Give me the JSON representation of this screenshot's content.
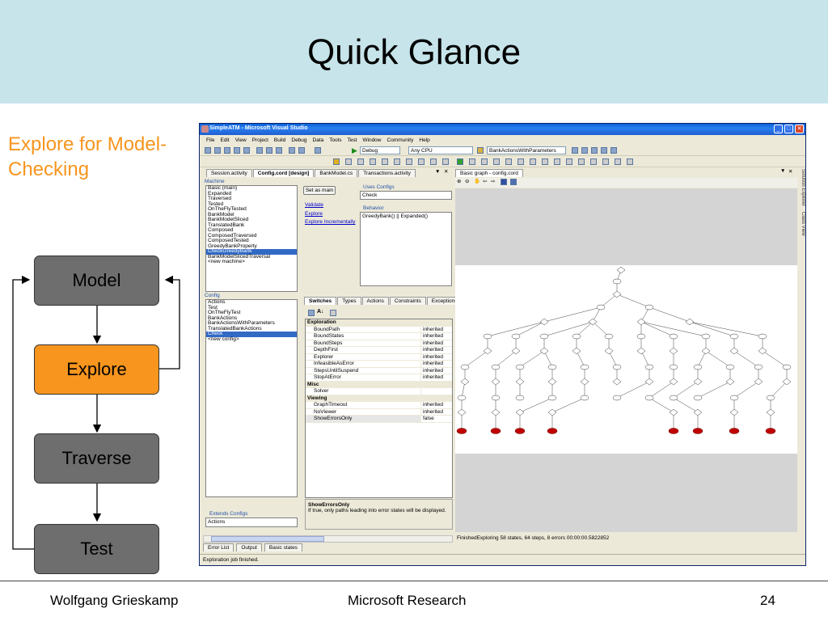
{
  "slide": {
    "title": "Quick Glance",
    "subtitle": "Explore for Model-Checking",
    "footer_left": "Wolfgang Grieskamp",
    "footer_center": "Microsoft Research",
    "footer_right": "24"
  },
  "flow": {
    "model": "Model",
    "explore": "Explore",
    "traverse": "Traverse",
    "test": "Test"
  },
  "colors": {
    "accent": "#f7951e",
    "band": "#c6e4ea",
    "box": "#6e6e6e"
  },
  "vs": {
    "title": "SimpleATM - Microsoft Visual Studio",
    "menu": [
      "File",
      "Edit",
      "View",
      "Project",
      "Build",
      "Debug",
      "Data",
      "Tools",
      "Test",
      "Window",
      "Community",
      "Help"
    ],
    "toolbar": {
      "config": "Debug",
      "platform": "Any CPU",
      "find": "BankActionsWithParameters"
    },
    "doc_tabs": [
      "Session.activity",
      "Config.cord [design]",
      "BankModel.cs",
      "Transactions.activity"
    ],
    "graph_tab": "Basic graph - config.cord",
    "machine_label": "Machine",
    "machines": [
      "Basic (main)",
      "Expanded",
      "Traversed",
      "Tested",
      "OnTheFlyTested",
      "BankModel",
      "BankModelSliced",
      "TranslatedBank",
      "Composed",
      "ComposedTraversed",
      "ComposedTested",
      "GreedyBankProperty",
      "CheckGreedyBank",
      "BankModelSlicedTraversal",
      "<new machine>"
    ],
    "set_main": "Set as main",
    "actions": [
      "Validate",
      "Explore",
      "Explore Incrementally"
    ],
    "uses_configs_label": "Uses Configs",
    "uses_configs_value": "Check",
    "behavior_label": "Behavior",
    "behavior_value": "GreedyBank() || Expanded()",
    "config_label": "Config",
    "configs": [
      "Actions",
      "Test",
      "OnTheFlyTest",
      "BankActions",
      "BankActionsWithParameters",
      "TranslatedBankActions",
      "Check",
      "<new config>"
    ],
    "prop_tabs": [
      "Switches",
      "Types",
      "Actions",
      "Constraints",
      "Exceptions"
    ],
    "properties": [
      {
        "k": "Exploration",
        "v": "",
        "cat": true
      },
      {
        "k": "BoundPath",
        "v": "inherited"
      },
      {
        "k": "BoundStates",
        "v": "inherited"
      },
      {
        "k": "BoundSteps",
        "v": "inherited"
      },
      {
        "k": "DepthFirst",
        "v": "inherited"
      },
      {
        "k": "Explorer",
        "v": "inherited"
      },
      {
        "k": "InfeasibleAsError",
        "v": "inherited"
      },
      {
        "k": "StepsUntilSuspend",
        "v": "inherited"
      },
      {
        "k": "StopAtError",
        "v": "inherited"
      },
      {
        "k": "Misc",
        "v": "",
        "cat": true
      },
      {
        "k": "Solver",
        "v": ""
      },
      {
        "k": "Viewing",
        "v": "",
        "cat": true
      },
      {
        "k": "GraphTimeout",
        "v": "inherited"
      },
      {
        "k": "NoViewer",
        "v": "inherited"
      },
      {
        "k": "ShowErrorsOnly",
        "v": "false",
        "cur": true
      }
    ],
    "desc_title": "ShowErrorsOnly",
    "desc_text": "If true, only paths leading into error states will be displayed.",
    "extends_label": "Extends Configs",
    "extends_value": "Actions",
    "graph_status": "FinishedExploring  58 states, 64 steps, 8 errors  00:00:00.5822852",
    "bottom_tabs": [
      "Error List",
      "Output",
      "Basic states"
    ],
    "status": "Exploration job finished.",
    "side_tabs": [
      "Solution Explorer",
      "Class View"
    ]
  }
}
